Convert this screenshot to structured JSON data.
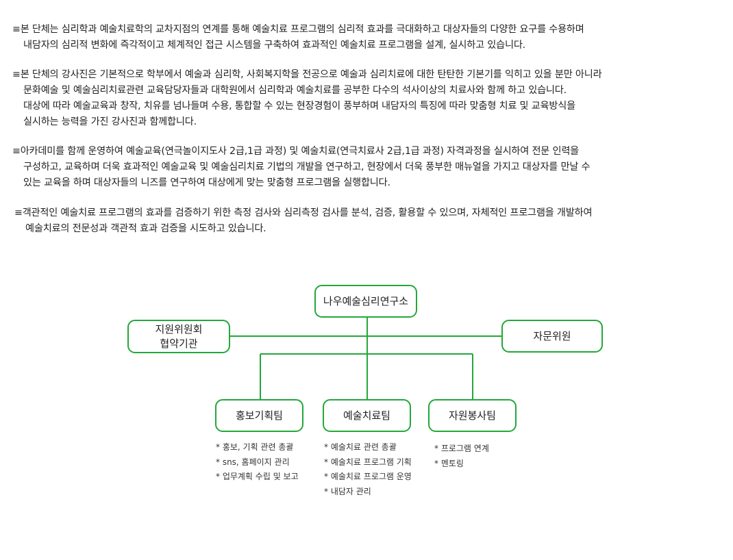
{
  "paragraphs": [
    {
      "lines": [
        "≡본 단체는 심리학과 예술치료학의 교차지점의 연계를 통해 예술치료 프로그램의 심리적 효과를 극대화하고 대상자들의 다양한 요구를 수용하며",
        "내담자의 심리적 변화에 즉각적이고 체계적인 접근 시스템을 구축하여 효과적인 예술치료 프로그램을 설계, 실시하고 있습니다."
      ]
    },
    {
      "lines": [
        "≡본 단체의 강사진은 기본적으로 학부에서 예술과 심리학, 사회복지학을 전공으로 예술과 심리치료에 대한 탄탄한 기본기를 익히고 있을 분만 아니라",
        "문화예술 및 예술심리치료관련 교육담당자들과 대학원에서 심리학과 예술치료를 공부한 다수의 석사이상의 치료사와 함께 하고 있습니다.",
        "대상에 따라 예술교육과 창작, 치유를 넘나들며 수용, 통합할 수 있는 현장경험이 풍부하며 내담자의 특징에 따라 맞춤형 치료 및 교육방식을",
        "실시하는 능력을 가진 강사진과 함께합니다."
      ]
    },
    {
      "lines": [
        "≡아카데미를 함께 운영하여 예술교육(연극놀이지도사 2급,1급 과정) 및 예술치료(연극치료사 2급,1급 과정) 자격과정을 실시하여 전문 인력을",
        "구성하고, 교육하며 더욱 효과적인 예술교육 및 예술심리치료 기법의 개발을 연구하고, 현장에서 더욱 풍부한 매뉴얼을 가지고 대상자를 만날 수",
        "있는 교육을 하며 대상자들의 니즈를 연구하여 대상에게 맞는 맞춤형 프로그램을 실행합니다."
      ]
    },
    {
      "lines": [
        "≡객관적인 예술치료 프로그램의 효과를 검증하기 위한 측정 검사와 심리측정 검사를 분석, 검증, 활용할 수 있으며, 자체적인 프로그램을 개발하여",
        "예술치료의 전문성과 객관적 효과 검증을 시도하고 있습니다."
      ]
    }
  ],
  "org_chart": {
    "line_color": "#22a83a",
    "root": "나우예술심리연구소",
    "left_partner": [
      "지원위원회",
      "협약기관"
    ],
    "right_partner": "자문위원",
    "teams": [
      {
        "name": "홍보기획팀",
        "duties": [
          "* 홍보, 기획 관련 총괄",
          "* sns, 홈페이지 관리",
          "* 업무계획 수립 및 보고"
        ]
      },
      {
        "name": "예술치료팀",
        "duties": [
          "* 예술치료 관련 총괄",
          "* 예술치료 프로그램 기획",
          "* 예술치료 프로그램 운영",
          "* 내담자 관리"
        ]
      },
      {
        "name": "자원봉사팀",
        "duties": [
          "* 프로그램 연계",
          "* 멘토링"
        ]
      }
    ]
  }
}
